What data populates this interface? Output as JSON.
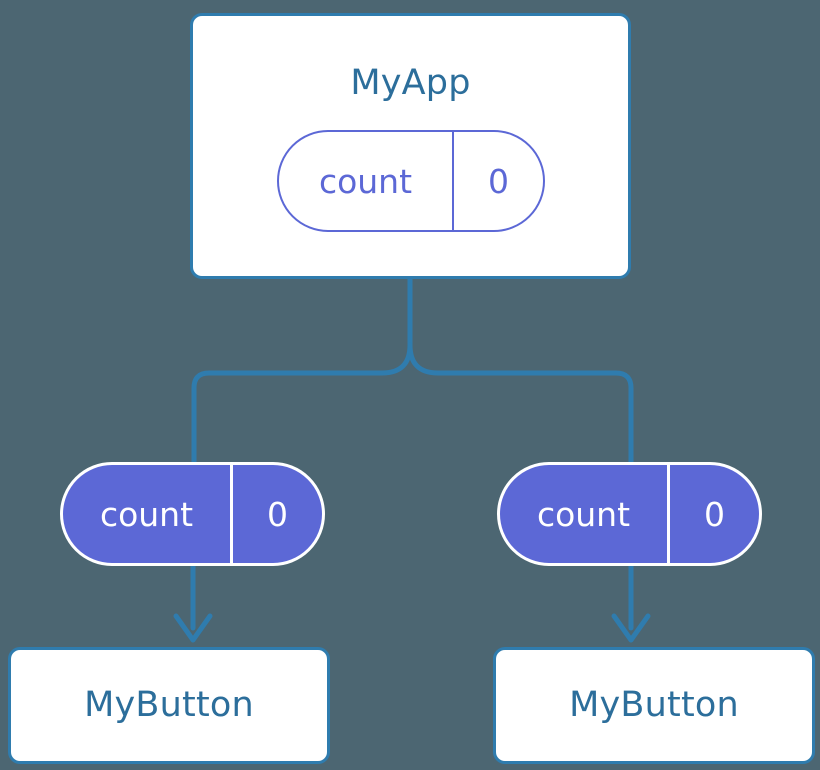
{
  "diagram": {
    "type": "component-state-tree",
    "colors": {
      "background": "#4c6672",
      "connector": "#2f7cae",
      "component_border": "#2f7cae",
      "component_text": "#2c6e9b",
      "state_accent": "#5c68d6",
      "state_text_on_fill": "#ffffff",
      "surface": "#ffffff"
    },
    "root": {
      "title": "MyApp",
      "state": {
        "key": "count",
        "value": "0"
      }
    },
    "children": [
      {
        "state": {
          "key": "count",
          "value": "0"
        },
        "title": "MyButton"
      },
      {
        "state": {
          "key": "count",
          "value": "0"
        },
        "title": "MyButton"
      }
    ]
  }
}
